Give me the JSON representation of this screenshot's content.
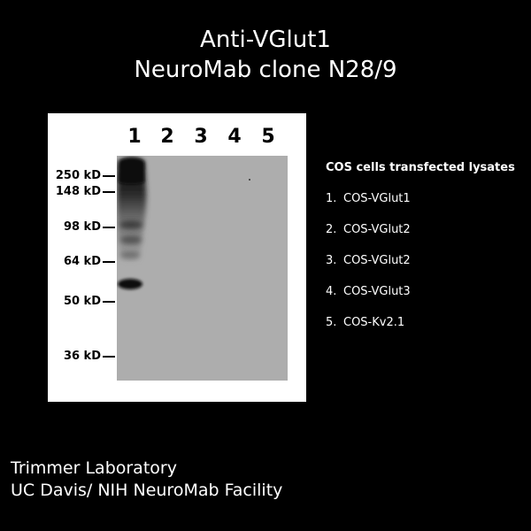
{
  "title": {
    "line1": "Anti-VGlut1",
    "line2": "NeuroMab clone N28/9"
  },
  "blot": {
    "lane_numbers": [
      "1",
      "2",
      "3",
      "4",
      "5"
    ],
    "markers": [
      {
        "label": "250 kD"
      },
      {
        "label": "148 kD"
      },
      {
        "label": "98 kD"
      },
      {
        "label": "64 kD"
      },
      {
        "label": "50 kD"
      },
      {
        "label": "36 kD"
      }
    ]
  },
  "legend": {
    "title": "COS cells transfected lysates",
    "items": [
      {
        "num": "1.",
        "label": "COS-VGlut1"
      },
      {
        "num": "2.",
        "label": "COS-VGlut2"
      },
      {
        "num": "3.",
        "label": "COS-VGlut2"
      },
      {
        "num": "4.",
        "label": "COS-VGlut3"
      },
      {
        "num": "5.",
        "label": "COS-Kv2.1"
      }
    ]
  },
  "footer": {
    "line1": "Trimmer Laboratory",
    "line2": "UC Davis/ NIH NeuroMab Facility"
  },
  "colors": {
    "background": "#000000",
    "panel": "#ffffff",
    "membrane": "#adadad",
    "band": "#111111",
    "text_light": "#ffffff",
    "text_dark": "#000000"
  }
}
